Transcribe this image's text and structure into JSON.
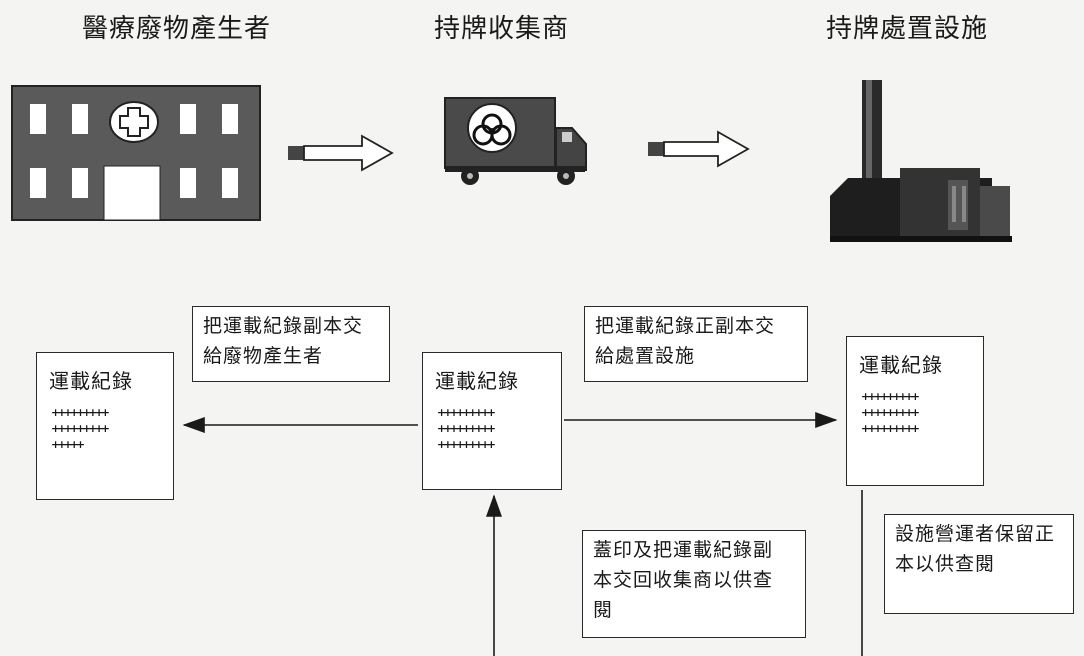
{
  "stages": {
    "producer": "醫療廢物產生者",
    "collector": "持牌收集商",
    "facility": "持牌處置設施"
  },
  "documents": {
    "left": {
      "title": "運載紀錄",
      "lines": [
        "+++++++++",
        "+++++++++",
        "+++++"
      ]
    },
    "center": {
      "title": "運載紀錄",
      "lines": [
        "+++++++++",
        "+++++++++",
        "+++++++++"
      ]
    },
    "right": {
      "title": "運載紀錄",
      "lines": [
        "+++++++++",
        "+++++++++",
        "+++++++++"
      ]
    }
  },
  "notes": {
    "to_producer": [
      "把運載紀錄副本交",
      "給廢物產生者"
    ],
    "to_facility": [
      "把運載紀錄正副本交",
      "給處置設施"
    ],
    "stamp_return": [
      "蓋印及把運載紀錄副",
      "本交回收集商以供查",
      "閱"
    ],
    "keep_original": [
      "設施營運者保留正",
      "本以供查閱"
    ]
  }
}
